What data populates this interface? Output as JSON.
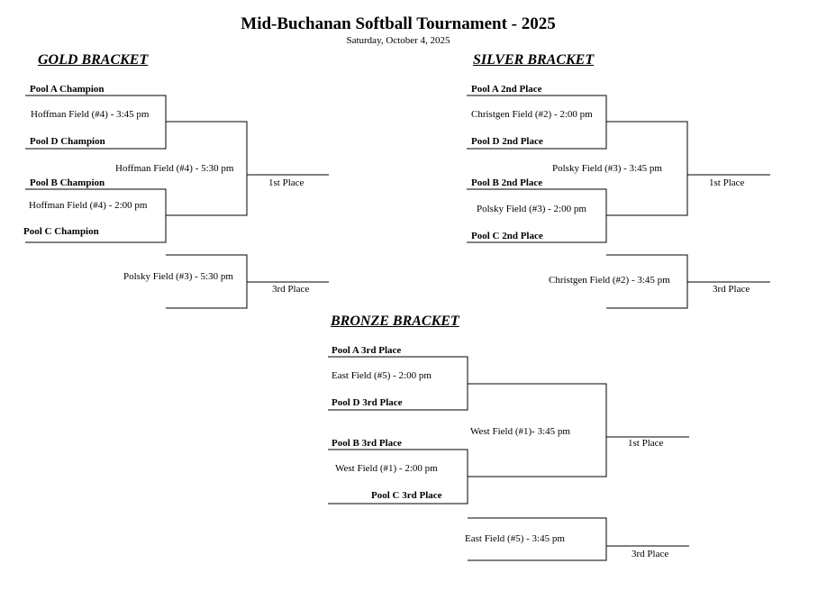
{
  "header": {
    "title": "Mid-Buchanan Softball Tournament - 2025",
    "subtitle": "Saturday, October 4, 2025"
  },
  "gold": {
    "heading": "GOLD BRACKET",
    "team1": "Pool A Champion",
    "game1": "Hoffman Field (#4) - 3:45 pm",
    "team2": "Pool D Champion",
    "team3": "Pool B Champion",
    "game2": "Hoffman Field (#4) - 2:00 pm",
    "team4": "Pool C Champion",
    "final_game": "Hoffman Field (#4) - 5:30 pm",
    "first_place": "1st Place",
    "third_game": "Polsky Field (#3) - 5:30 pm",
    "third_place": "3rd Place"
  },
  "silver": {
    "heading": "SILVER BRACKET",
    "team1": "Pool A 2nd Place",
    "game1": "Christgen Field (#2) - 2:00 pm",
    "team2": "Pool D 2nd Place",
    "team3": "Pool B 2nd Place",
    "game2": "Polsky Field (#3) - 2:00 pm",
    "team4": "Pool C 2nd Place",
    "final_game": "Polsky Field (#3) - 3:45 pm",
    "first_place": "1st Place",
    "third_game": "Christgen Field (#2) - 3:45 pm",
    "third_place": "3rd Place"
  },
  "bronze": {
    "heading": "BRONZE BRACKET",
    "team1": "Pool A 3rd Place",
    "game1": "East Field (#5) - 2:00 pm",
    "team2": "Pool D 3rd Place",
    "team3": "Pool B 3rd Place",
    "game2": "West Field (#1) - 2:00 pm",
    "team4": "Pool C 3rd Place",
    "final_game": "West Field (#1)- 3:45 pm",
    "first_place": "1st Place",
    "third_game": "East Field (#5) - 3:45 pm",
    "third_place": "3rd Place"
  }
}
